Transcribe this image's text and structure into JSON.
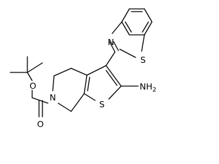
{
  "molecule": {
    "atoms": {
      "s_thiazole": "S",
      "n_thiazole": "N",
      "nh2": "NH",
      "nh2_sub": "2",
      "s_thiophene": "S",
      "n_ring": "N",
      "o_carbonyl": "O",
      "o_ester": "O"
    }
  }
}
